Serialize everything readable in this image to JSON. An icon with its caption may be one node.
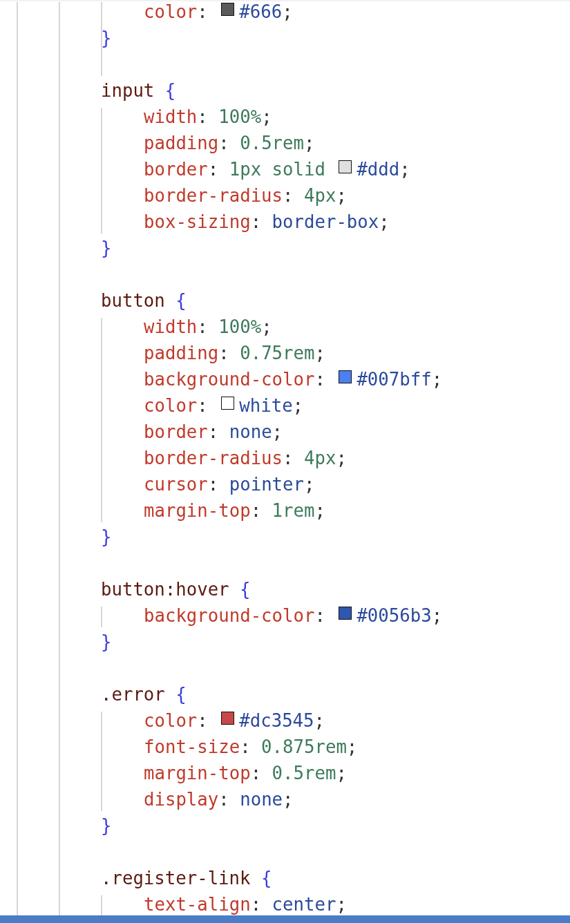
{
  "diagram": {
    "labels": [
      "color: #666;",
      "}",
      "input {",
      "width: 100%;",
      "padding: 0.5rem;",
      "border: 1px solid #ddd;",
      "border-radius: 4px;",
      "box-sizing: border-box;",
      "}",
      "button {",
      "width: 100%;",
      "padding: 0.75rem;",
      "background-color: #007bff;",
      "color: white;",
      "border: none;",
      "border-radius: 4px;",
      "cursor: pointer;",
      "margin-top: 1rem;",
      "}",
      "button:hover {",
      "background-color: #0056b3;",
      "}",
      ".error {",
      "color: #dc3545;",
      "font-size: 0.875rem;",
      "margin-top: 0.5rem;",
      "display: none;",
      "}",
      ".register-link {",
      "text-align: center;"
    ]
  }
}
